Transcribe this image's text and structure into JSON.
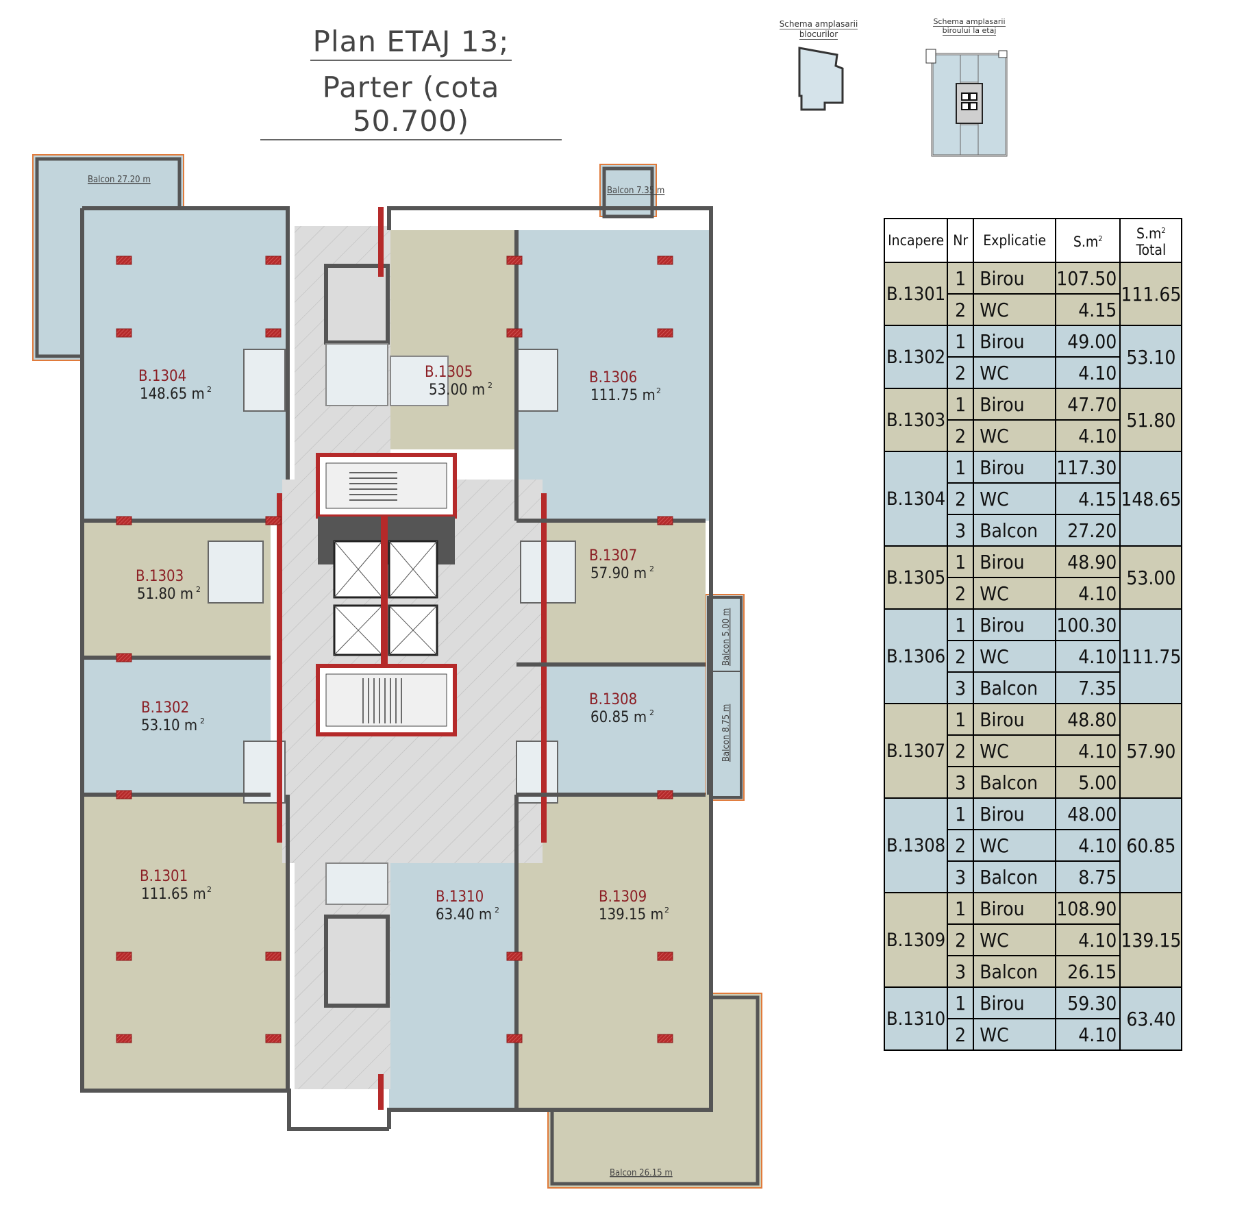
{
  "title": {
    "line1": "Plan ETAJ 13;",
    "line2": "Parter (cota 50.700)"
  },
  "schema_blocks": {
    "line1": "Schema amplasarii",
    "line2": "blocurilor"
  },
  "schema_office": {
    "line1": "Schema amplasarii",
    "line2": "biroului la etaj"
  },
  "colors": {
    "blue": "#c2d5dc",
    "olive": "#cfcdb5",
    "column": "#b52a2a",
    "balcony_outline": "#e07a3a",
    "core": "#d9d9d9"
  },
  "plan": {
    "rooms": [
      {
        "id": "B.1304",
        "area": "148.65 m",
        "tone": "blue"
      },
      {
        "id": "B.1305",
        "area": "53.00 m",
        "tone": "olive"
      },
      {
        "id": "B.1306",
        "area": "111.75 m",
        "tone": "blue"
      },
      {
        "id": "B.1303",
        "area": "51.80 m",
        "tone": "olive"
      },
      {
        "id": "B.1307",
        "area": "57.90 m",
        "tone": "olive"
      },
      {
        "id": "B.1302",
        "area": "53.10 m",
        "tone": "blue"
      },
      {
        "id": "B.1308",
        "area": "60.85 m",
        "tone": "blue"
      },
      {
        "id": "B.1301",
        "area": "111.65 m",
        "tone": "olive"
      },
      {
        "id": "B.1310",
        "area": "63.40 m",
        "tone": "blue"
      },
      {
        "id": "B.1309",
        "area": "139.15 m",
        "tone": "olive"
      }
    ],
    "balconies": [
      {
        "label": "Balcon 27.20 m"
      },
      {
        "label": "Balcon 7.35 m"
      },
      {
        "label": "Balcon 5.00 m"
      },
      {
        "label": "Balcon 8.75 m"
      },
      {
        "label": "Balcon 26.15 m"
      }
    ],
    "sup": "2"
  },
  "table": {
    "headers": {
      "incapere": "Incapere",
      "nr": "Nr",
      "explicatie": "Explicatie",
      "sm": "S.m",
      "total1": "S.m",
      "total2": "Total",
      "sup": "2"
    },
    "groups": [
      {
        "name": "B.1301",
        "total": "111.65",
        "tone": "olive",
        "rows": [
          {
            "nr": "1",
            "exp": "Birou",
            "sm": "107.50"
          },
          {
            "nr": "2",
            "exp": "WC",
            "sm": "4.15"
          }
        ]
      },
      {
        "name": "B.1302",
        "total": "53.10",
        "tone": "blue",
        "rows": [
          {
            "nr": "1",
            "exp": "Birou",
            "sm": "49.00"
          },
          {
            "nr": "2",
            "exp": "WC",
            "sm": "4.10"
          }
        ]
      },
      {
        "name": "B.1303",
        "total": "51.80",
        "tone": "olive",
        "rows": [
          {
            "nr": "1",
            "exp": "Birou",
            "sm": "47.70"
          },
          {
            "nr": "2",
            "exp": "WC",
            "sm": "4.10"
          }
        ]
      },
      {
        "name": "B.1304",
        "total": "148.65",
        "tone": "blue",
        "rows": [
          {
            "nr": "1",
            "exp": "Birou",
            "sm": "117.30"
          },
          {
            "nr": "2",
            "exp": "WC",
            "sm": "4.15"
          },
          {
            "nr": "3",
            "exp": "Balcon",
            "sm": "27.20"
          }
        ]
      },
      {
        "name": "B.1305",
        "total": "53.00",
        "tone": "olive",
        "rows": [
          {
            "nr": "1",
            "exp": "Birou",
            "sm": "48.90"
          },
          {
            "nr": "2",
            "exp": "WC",
            "sm": "4.10"
          }
        ]
      },
      {
        "name": "B.1306",
        "total": "111.75",
        "tone": "blue",
        "rows": [
          {
            "nr": "1",
            "exp": "Birou",
            "sm": "100.30"
          },
          {
            "nr": "2",
            "exp": "WC",
            "sm": "4.10"
          },
          {
            "nr": "3",
            "exp": "Balcon",
            "sm": "7.35"
          }
        ]
      },
      {
        "name": "B.1307",
        "total": "57.90",
        "tone": "olive",
        "rows": [
          {
            "nr": "1",
            "exp": "Birou",
            "sm": "48.80"
          },
          {
            "nr": "2",
            "exp": "WC",
            "sm": "4.10"
          },
          {
            "nr": "3",
            "exp": "Balcon",
            "sm": "5.00"
          }
        ]
      },
      {
        "name": "B.1308",
        "total": "60.85",
        "tone": "blue",
        "rows": [
          {
            "nr": "1",
            "exp": "Birou",
            "sm": "48.00"
          },
          {
            "nr": "2",
            "exp": "WC",
            "sm": "4.10"
          },
          {
            "nr": "3",
            "exp": "Balcon",
            "sm": "8.75"
          }
        ]
      },
      {
        "name": "B.1309",
        "total": "139.15",
        "tone": "olive",
        "rows": [
          {
            "nr": "1",
            "exp": "Birou",
            "sm": "108.90"
          },
          {
            "nr": "2",
            "exp": "WC",
            "sm": "4.10"
          },
          {
            "nr": "3",
            "exp": "Balcon",
            "sm": "26.15"
          }
        ]
      },
      {
        "name": "B.1310",
        "total": "63.40",
        "tone": "blue",
        "rows": [
          {
            "nr": "1",
            "exp": "Birou",
            "sm": "59.30"
          },
          {
            "nr": "2",
            "exp": "WC",
            "sm": "4.10"
          }
        ]
      }
    ]
  }
}
